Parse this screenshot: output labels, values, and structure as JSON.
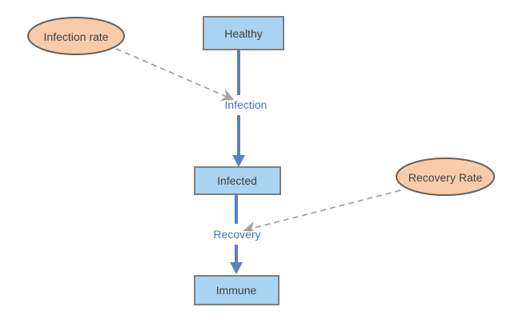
{
  "diagram": {
    "stocks": [
      {
        "label": "Healthy"
      },
      {
        "label": "Infected"
      },
      {
        "label": "Immune"
      }
    ],
    "flows": [
      {
        "label": "Infection"
      },
      {
        "label": "Recovery"
      }
    ],
    "variables": [
      {
        "label": "Infection rate"
      },
      {
        "label": "Recovery Rate"
      }
    ],
    "colors": {
      "background": "#ffffff",
      "stock_fill": "#a8d3f2",
      "stock_border": "#7f7f7f",
      "stock_text": "#404040",
      "variable_fill": "#f9cba8",
      "variable_border": "#606060",
      "variable_text": "#404040",
      "flow": "#5b7fbf",
      "flow_label": "#4472c4",
      "influence_link": "#a3a3a3"
    }
  }
}
